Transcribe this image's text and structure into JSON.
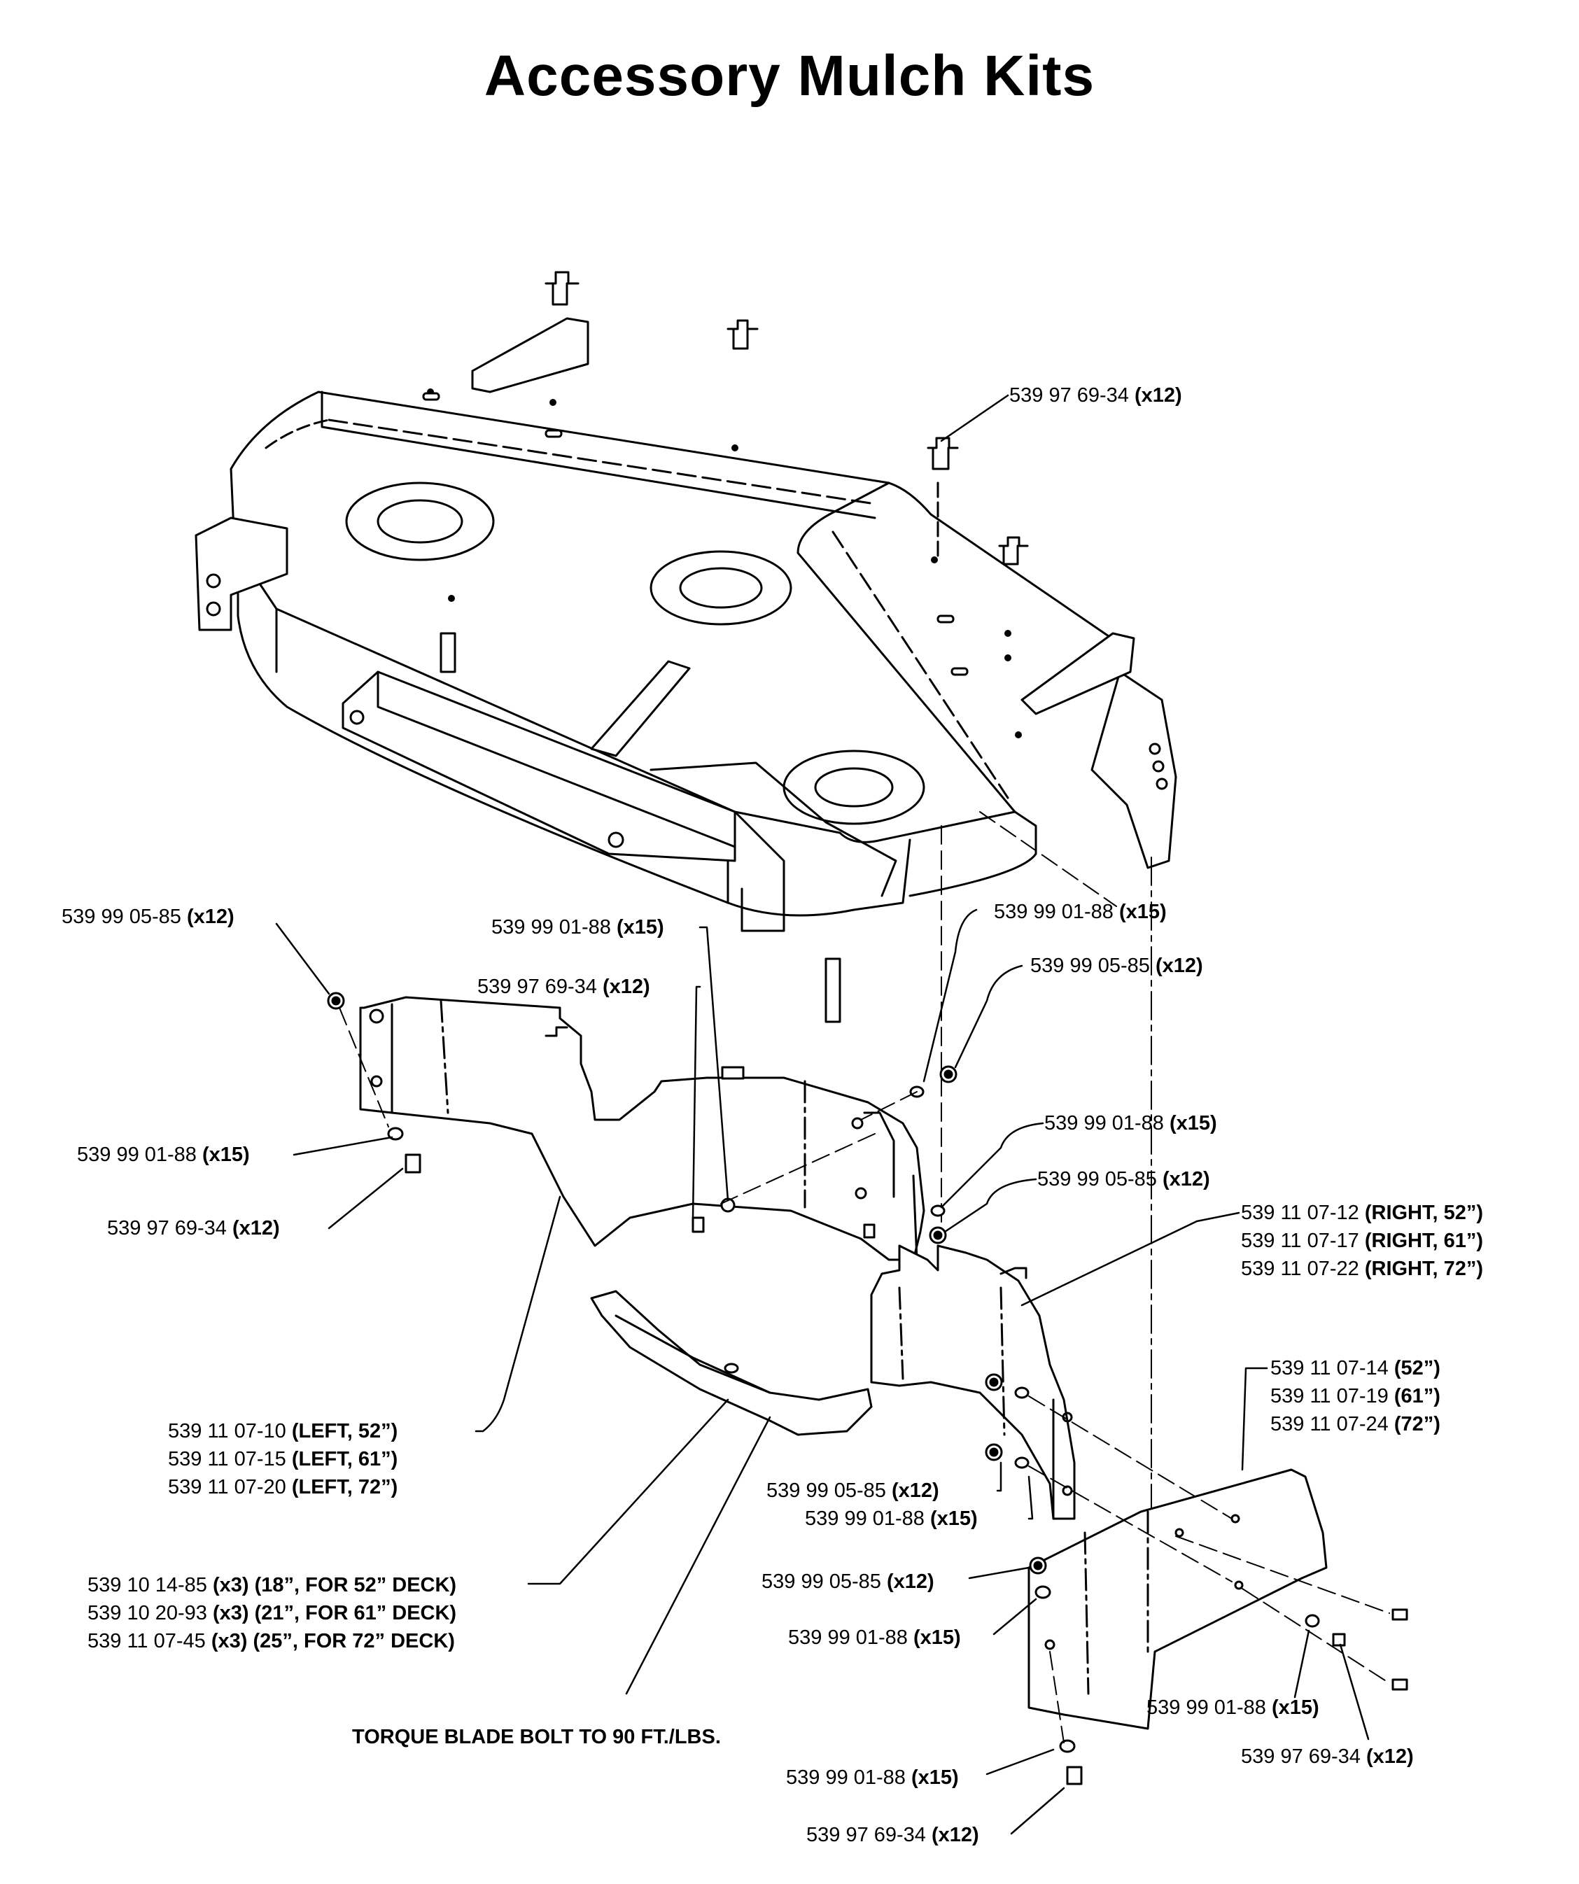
{
  "title": "Accessory Mulch Kits",
  "callouts": {
    "top_bolt": {
      "part": "539 97 69-34",
      "qty": "(x12)"
    },
    "left_nut": {
      "part": "539 99 05-85",
      "qty": "(x12)"
    },
    "mid_washer": {
      "part": "539 99 01-88",
      "qty": "(x15)"
    },
    "mid_bolt": {
      "part": "539 97 69-34",
      "qty": "(x12)"
    },
    "right_washer_a": {
      "part": "539 99 01-88",
      "qty": "(x15)"
    },
    "right_nut_a": {
      "part": "539 99 05-85",
      "qty": "(x12)"
    },
    "left_washer_b": {
      "part": "539 99 01-88",
      "qty": "(x15)"
    },
    "left_bolt_b": {
      "part": "539 97 69-34",
      "qty": "(x12)"
    },
    "right_washer_b": {
      "part": "539 99 01-88",
      "qty": "(x15)"
    },
    "right_nut_b": {
      "part": "539 99 05-85",
      "qty": "(x12)"
    },
    "right_baffle": [
      {
        "part": "539 11 07-12",
        "spec": "(RIGHT, 52”)"
      },
      {
        "part": "539 11 07-17",
        "spec": "(RIGHT, 61”)"
      },
      {
        "part": "539 11 07-22",
        "spec": "(RIGHT, 72”)"
      }
    ],
    "end_plate": [
      {
        "part": "539 11 07-14",
        "spec": "(52”)"
      },
      {
        "part": "539 11 07-19",
        "spec": "(61”)"
      },
      {
        "part": "539 11 07-24",
        "spec": "(72”)"
      }
    ],
    "left_baffle": [
      {
        "part": "539 11 07-10",
        "spec": "(LEFT, 52”)"
      },
      {
        "part": "539 11 07-15",
        "spec": "(LEFT, 61”)"
      },
      {
        "part": "539 11 07-20",
        "spec": "(LEFT, 72”)"
      }
    ],
    "lower_nut": {
      "part": "539 99 05-85",
      "qty": "(x12)"
    },
    "lower_washer": {
      "part": "539 99 01-88",
      "qty": "(x15)"
    },
    "blades": [
      {
        "part": "539 10 14-85",
        "qty": "(x3)",
        "spec": "(18”, FOR 52” DECK)"
      },
      {
        "part": "539 10 20-93",
        "qty": "(x3)",
        "spec": "(21”, FOR 61” DECK)"
      },
      {
        "part": "539 11 07-45",
        "qty": "(x3)",
        "spec": "(25”, FOR 72” DECK)"
      }
    ],
    "plate_nut": {
      "part": "539 99 05-85",
      "qty": "(x12)"
    },
    "plate_washer": {
      "part": "539 99 01-88",
      "qty": "(x15)"
    },
    "plate_washer_r": {
      "part": "539 99 01-88",
      "qty": "(x15)"
    },
    "plate_bolt_r": {
      "part": "539 97 69-34",
      "qty": "(x12)"
    },
    "bottom_washer": {
      "part": "539 99 01-88",
      "qty": "(x15)"
    },
    "bottom_bolt": {
      "part": "539 97 69-34",
      "qty": "(x12)"
    },
    "torque_note": "TORQUE BLADE BOLT TO 90 FT./LBS."
  }
}
